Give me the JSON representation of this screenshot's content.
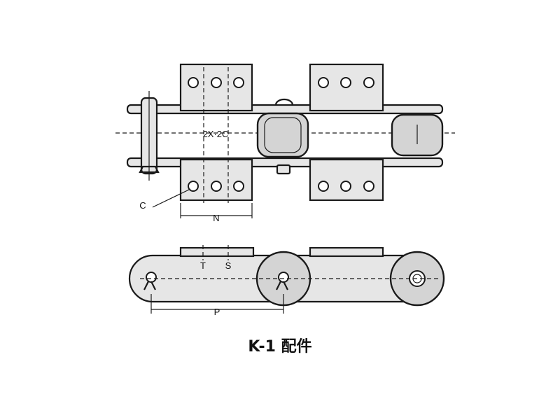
{
  "labels": {
    "pitch_spacing": "2X·2C",
    "hole_label": "C",
    "width_label": "N",
    "t_label": "T",
    "s_label": "S",
    "p_label": "P"
  },
  "caption": "K-1 配件"
}
